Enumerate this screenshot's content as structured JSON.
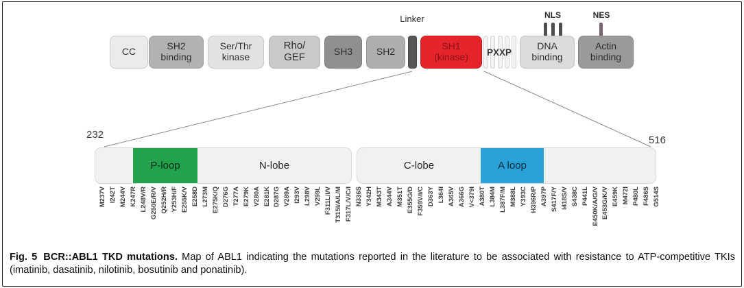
{
  "figure": {
    "domains": [
      {
        "label": "CC"
      },
      {
        "label": "SH2\nbinding"
      },
      {
        "label": "Ser/Thr\nkinase"
      },
      {
        "label": "Rho/\nGEF"
      },
      {
        "label": "SH3"
      },
      {
        "label": "SH2"
      },
      {
        "label": "SH1\n(kinase)"
      },
      {
        "label": "PXXP"
      },
      {
        "label": "DNA\nbinding"
      },
      {
        "label": "Actin\nbinding"
      }
    ],
    "linker_label": "Linker",
    "nls_label": "NLS",
    "nes_label": "NES",
    "kinase_bar": {
      "start_residue": "232",
      "end_residue": "516",
      "segments": [
        {
          "label": "P-loop",
          "color": "#21a24b"
        },
        {
          "label": "N-lobe",
          "color": "#f1f1f1"
        },
        {
          "label": "C-lobe",
          "color": "#f1f1f1"
        },
        {
          "label": "A loop",
          "color": "#2aa2d8"
        }
      ]
    },
    "mutations": [
      "M237V",
      "I242T",
      "M244V",
      "K247R",
      "L248V/R",
      "G250E/R/V",
      "Q252H/R",
      "Y253H/F",
      "E255K/V",
      "E258D",
      "L273M",
      "E275K/Q",
      "D276G",
      "T277A",
      "E279K",
      "V280A",
      "E281K",
      "D287G",
      "V289A",
      "I293V",
      "L298V",
      "V299L",
      "F311L/I/V",
      "T315I/A/L/M",
      "F317L/V/C/I",
      "N336S",
      "Y342H",
      "M343T",
      "A344V",
      "M351T",
      "E355G/D",
      "F359V/I/C",
      "D363Y",
      "L364I",
      "A365V",
      "A366G",
      "V<379I",
      "A380T",
      "L384M",
      "L387F/M",
      "M388L",
      "Y393C",
      "H396R/P",
      "A397P",
      "S417F/Y",
      "I418S/V",
      "S438C",
      "P441L",
      "E450K/A/G/V",
      "E453G/K/V",
      "E459K",
      "M472I",
      "P480L",
      "F486S",
      "G514S"
    ],
    "caption": {
      "fig_label": "Fig. 5",
      "title": "BCR::ABL1 TKD mutations.",
      "body": "Map of ABL1 indicating the mutations reported in the literature to be associated with resistance to ATP-competitive TKIs (imatinib, dasatinib, nilotinib, bosutinib and ponatinib)."
    },
    "colors": {
      "sh1_red": "#e6242b",
      "p_loop_green": "#21a24b",
      "a_loop_blue": "#2aa2d8",
      "nls_tick": "#4f4f4f",
      "nes_tick": "#7d6472"
    }
  }
}
